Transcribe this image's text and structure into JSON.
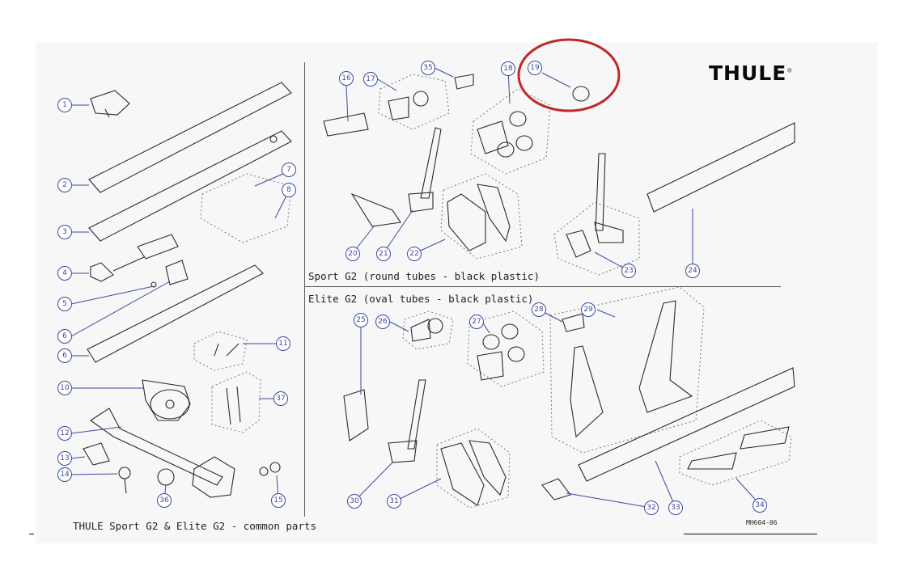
{
  "brand": "THULE",
  "brand_mark": "®",
  "sections": {
    "sport": "Sport G2 (round tubes - black plastic)",
    "elite": "Elite G2 (oval tubes - black plastic)",
    "common": "THULE Sport G2 & Elite G2 - common parts"
  },
  "sheet_code": "MH604-06",
  "highlight": {
    "part": "19",
    "color": "#c0262b"
  },
  "callouts": [
    "1",
    "2",
    "3",
    "4",
    "5",
    "6",
    "6",
    "7",
    "8",
    "10",
    "11",
    "12",
    "13",
    "14",
    "15",
    "36",
    "37",
    "16",
    "17",
    "35",
    "18",
    "19",
    "20",
    "21",
    "22",
    "23",
    "24",
    "25",
    "26",
    "27",
    "28",
    "29",
    "30",
    "31",
    "32",
    "33",
    "34"
  ]
}
